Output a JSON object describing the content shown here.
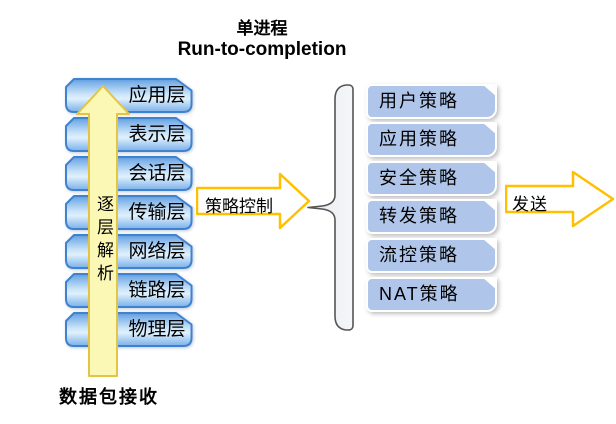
{
  "title": {
    "line1": "单进程",
    "line2": "Run-to-completion"
  },
  "osi_stack": {
    "layers": [
      {
        "label": "应用层"
      },
      {
        "label": "表示层"
      },
      {
        "label": "会话层"
      },
      {
        "label": "传输层"
      },
      {
        "label": "网络层"
      },
      {
        "label": "链路层"
      },
      {
        "label": "物理层"
      }
    ]
  },
  "parse_arrow": {
    "label": "逐层解析"
  },
  "receive_label": "数据包接收",
  "policy_arrow": {
    "label": "策略控制"
  },
  "policy_stack": {
    "policies": [
      {
        "label": "用户策略"
      },
      {
        "label": "应用策略"
      },
      {
        "label": "安全策略"
      },
      {
        "label": "转发策略"
      },
      {
        "label": "流控策略"
      },
      {
        "label": "NAT策略"
      }
    ]
  },
  "send_arrow": {
    "label": "发送"
  },
  "colors": {
    "layer_border": "#3F82D0",
    "layer_fill_top": "#5E9DDE",
    "layer_fill_light": "#DFF0FC",
    "layer_fill_bottom": "#7FB2E8",
    "policy_fill": "#AFC5E9",
    "up_arrow_fill": "#FBF7B5",
    "up_arrow_border": "#E4C445",
    "flow_arrow_border": "#FFC000",
    "brace_fill": "#ECEEF1",
    "brace_stroke": "#555555",
    "text": "#000000"
  }
}
